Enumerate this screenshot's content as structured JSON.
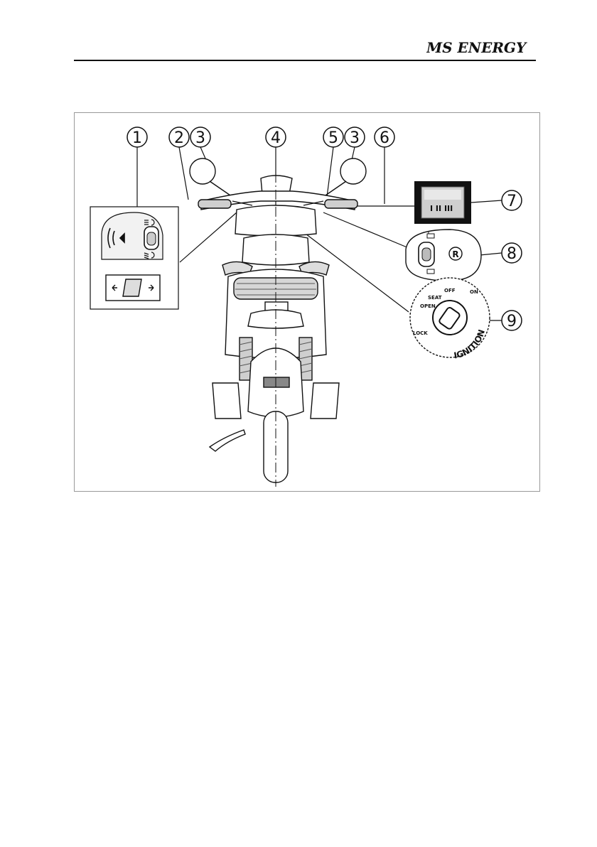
{
  "header": {
    "brand_text": "MS ENERGY"
  },
  "figure": {
    "callouts": [
      "1",
      "2",
      "3",
      "4",
      "5",
      "3",
      "6",
      "7",
      "8",
      "9"
    ],
    "reverse_symbol": "R",
    "ignition_ring": "IGNITION",
    "ignition_positions": [
      "ON",
      "OFF",
      "SEAT",
      "OPEN",
      "LOCK"
    ]
  }
}
